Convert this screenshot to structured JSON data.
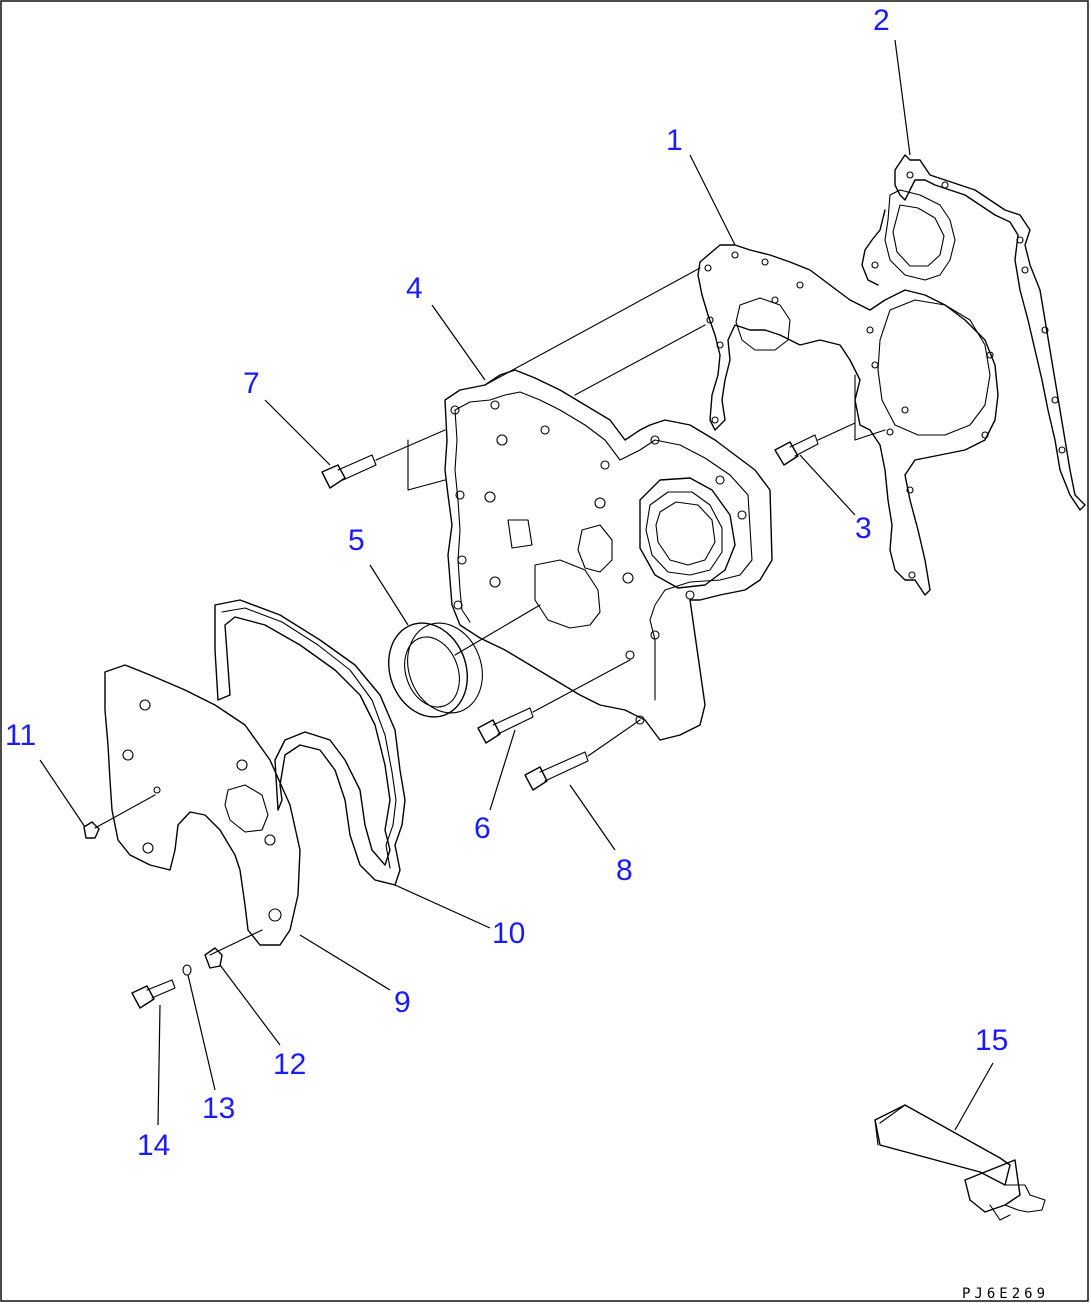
{
  "diagram": {
    "callouts": [
      "1",
      "2",
      "3",
      "4",
      "5",
      "6",
      "7",
      "8",
      "9",
      "10",
      "11",
      "12",
      "13",
      "14",
      "15"
    ],
    "drawing_code": "PJ6E269",
    "callout_color": "#1a1aff",
    "line_color": "#000000"
  }
}
